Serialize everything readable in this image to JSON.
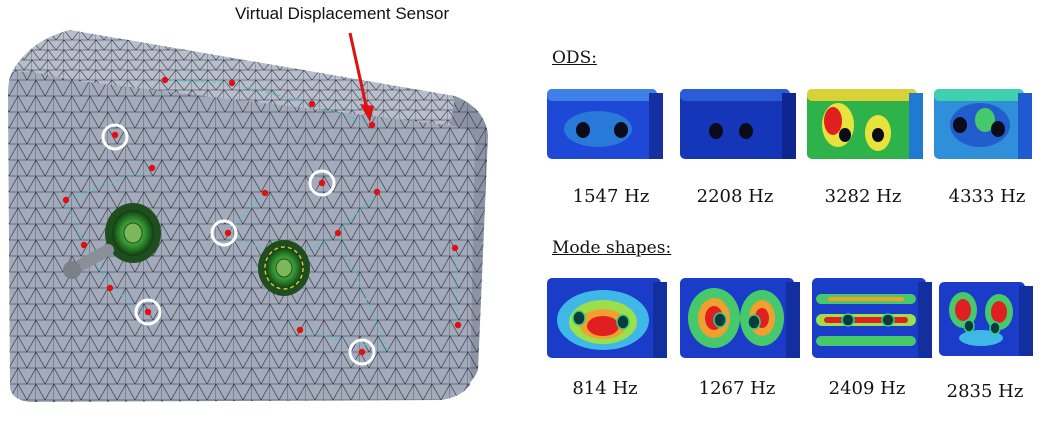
{
  "annotation": {
    "sensor_label": "Virtual Displacement Sensor"
  },
  "ods": {
    "title": "ODS:",
    "items": [
      {
        "freq": "1547 Hz",
        "pattern": "blue-low"
      },
      {
        "freq": "2208 Hz",
        "pattern": "blue-flat"
      },
      {
        "freq": "3282 Hz",
        "pattern": "red-left-lobes"
      },
      {
        "freq": "4333 Hz",
        "pattern": "mixed-rings"
      }
    ]
  },
  "modes": {
    "title": "Mode shapes:",
    "items": [
      {
        "freq": "814 Hz",
        "pattern": "central-red"
      },
      {
        "freq": "1267 Hz",
        "pattern": "two-red-lobes"
      },
      {
        "freq": "2409 Hz",
        "pattern": "horizontal-bands"
      },
      {
        "freq": "2835 Hz",
        "pattern": "two-small-red"
      }
    ]
  },
  "colors": {
    "mesh_face": "#9ea6b8",
    "mesh_line": "#2a2f3a",
    "sensor_dot": "#e01010",
    "arrow": "#e01010",
    "selection_circle": "#ffffff",
    "port_green": "#2f8f2f",
    "jet_blue": "#1a3cc8",
    "jet_red": "#e02020"
  }
}
